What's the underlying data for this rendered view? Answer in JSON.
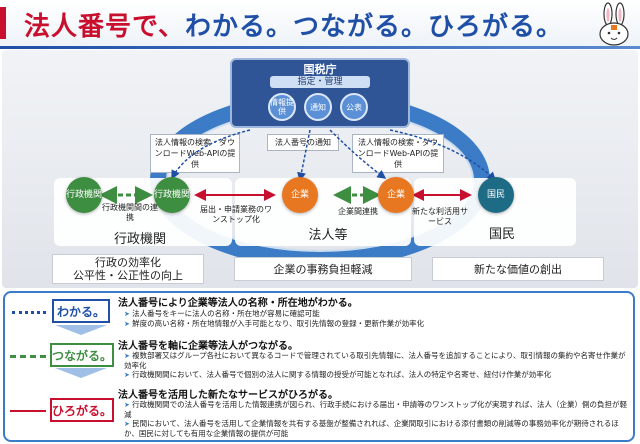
{
  "header": {
    "title_part1": "法人番号で、",
    "title_part2": "わかる。つながる。ひろがる。"
  },
  "nta": {
    "title": "国税庁",
    "role": "指定・管理",
    "functions": [
      "情報提供",
      "通知",
      "公表"
    ]
  },
  "callouts": {
    "left": "法人情報の検索・ダウンロードWeb-APIの提供",
    "center": "法人番号の通知",
    "right": "法人情報の検索・ダウンロードWeb-APIの提供"
  },
  "nodes": {
    "gov1": "行政機関",
    "gov2": "行政機関",
    "corp1": "企業",
    "corp2": "企業",
    "citizen": "国民"
  },
  "links": {
    "gov_link": "行政機関間の連携",
    "onestop": "届出・申請業務のワンストップ化",
    "corp_link": "企業間連携",
    "new_service": "新たな利活用サービス"
  },
  "groups": {
    "gov": "行政機関",
    "corp": "法人等",
    "citizen": "国民"
  },
  "benefits": {
    "gov": "行政の効率化\n公平性・公正性の向上",
    "corp": "企業の事務負担軽減",
    "citizen": "新たな価値の創出"
  },
  "sections": [
    {
      "label": "わかる。",
      "color": "#1f4fa6",
      "heading": "法人番号により企業等法人の名称・所在地がわかる。",
      "bullets": [
        "法人番号をキーに法人の名称・所在地が容易に確認可能",
        "鮮度の高い名称・所在地情報が入手可能となり、取引先情報の登録・更新作業が効率化"
      ]
    },
    {
      "label": "つながる。",
      "color": "#3e8e41",
      "heading": "法人番号を軸に企業等法人がつながる。",
      "bullets": [
        "複数部署又はグループ各社において異なるコードで管理されている取引先情報に、法人番号を追加することにより、取引情報の集約や名寄せ作業が効率化",
        "行政機関間において、法人番号で個別の法人に関する情報の授受が可能となれば、法人の特定や名寄せ、紐付け作業が効率化"
      ]
    },
    {
      "label": "ひろがる。",
      "color": "#c8102e",
      "heading": "法人番号を活用した新たなサービスがひろがる。",
      "bullets": [
        "行政機関間での法人番号を活用した情報連携が図られ、行政手続における届出・申請等のワンストップ化が実現すれば、法人（企業）側の負担が軽減",
        "民間において、法人番号を活用して企業情報を共有する基盤が整備されれば、企業間取引における添付書類の削減等の事務効率化が期待されるほか、国民に対しても有用な企業情報の提供が可能"
      ]
    }
  ]
}
